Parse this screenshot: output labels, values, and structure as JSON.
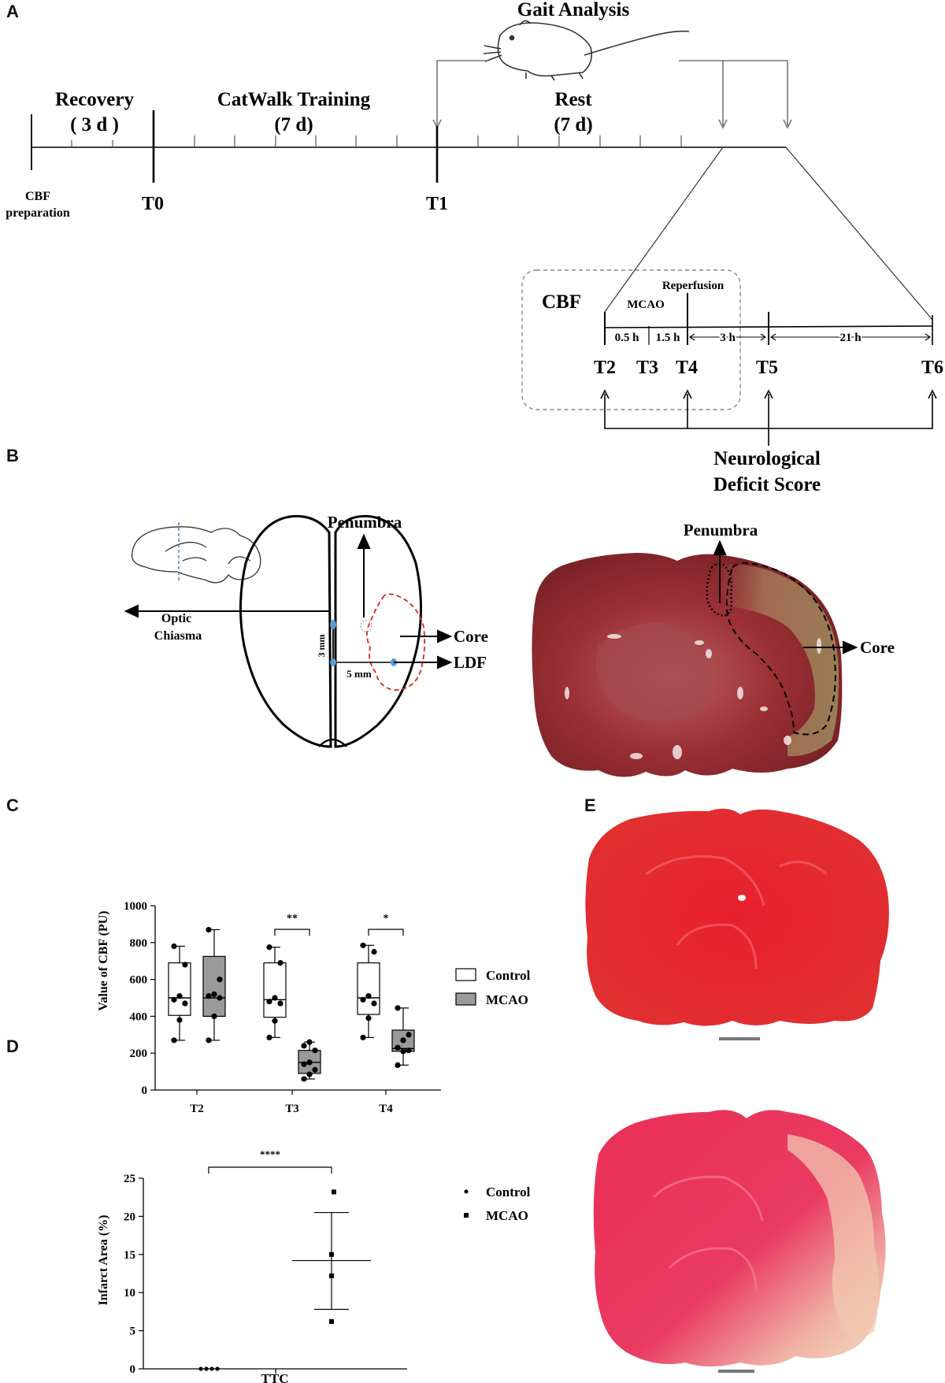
{
  "panels": {
    "a": "A",
    "b": "B",
    "c": "C",
    "d": "D",
    "e": "E"
  },
  "timeline": {
    "gait": "Gait Analysis",
    "recovery": "Recovery",
    "recovery_days": "( 3 d )",
    "training": "CatWalk Training",
    "training_days": "(7 d)",
    "rest": "Rest",
    "rest_days": "(7 d)",
    "cbf_prep_1": "CBF",
    "cbf_prep_2": "preparation",
    "t0": "T0",
    "t1": "T1"
  },
  "detail": {
    "cbf": "CBF",
    "mcao": "MCAO",
    "reperfusion": "Reperfusion",
    "d1": "0.5 h",
    "d2": "1.5 h",
    "d3": "3 h",
    "d4": "21 h",
    "t2": "T2",
    "t3": "T3",
    "t4": "T4",
    "t5": "T5",
    "t6": "T6",
    "nds1": "Neurological",
    "nds2": "Deficit Score"
  },
  "schematic": {
    "penumbra": "Penumbra",
    "optic1": "Optic",
    "optic2": "Chiasma",
    "core": "Core",
    "ldf": "LDF",
    "mm3": "3 mm",
    "mm5": "5 mm",
    "photo_penumbra": "Penumbra",
    "photo_core": "Core"
  },
  "colors": {
    "tissue_dark": "#8a2a2e",
    "tissue_pale": "#b98a6e",
    "ttc_red": "#e8202e",
    "ttc_pink": "#ea3a62",
    "infarct_pale": "#f1e1c0",
    "mcao_box": "#9a9a9a"
  },
  "chart_data": [
    {
      "type": "box",
      "ylabel": "Value of CBF (PU)",
      "ylim": [
        0,
        1000
      ],
      "yticks": [
        "0",
        "200",
        "400",
        "600",
        "800",
        "1000"
      ],
      "categories": [
        "T2",
        "T3",
        "T4"
      ],
      "legend": [
        "Control",
        "MCAO"
      ],
      "series": [
        {
          "name": "Control",
          "boxes": [
            {
              "min": 270,
              "q1": 405,
              "median": 500,
              "q3": 690,
              "max": 780,
              "points": [
                270,
                380,
                470,
                490,
                510,
                680,
                780
              ]
            },
            {
              "min": 285,
              "q1": 395,
              "median": 490,
              "q3": 690,
              "max": 775,
              "points": [
                285,
                375,
                470,
                480,
                500,
                690,
                775
              ]
            },
            {
              "min": 285,
              "q1": 410,
              "median": 500,
              "q3": 690,
              "max": 785,
              "points": [
                285,
                390,
                470,
                490,
                510,
                750,
                785
              ]
            }
          ]
        },
        {
          "name": "MCAO",
          "boxes": [
            {
              "min": 270,
              "q1": 400,
              "median": 500,
              "q3": 725,
              "max": 870,
              "points": [
                270,
                400,
                500,
                510,
                520,
                600,
                870
              ]
            },
            {
              "min": 60,
              "q1": 90,
              "median": 150,
              "q3": 215,
              "max": 260,
              "points": [
                60,
                85,
                110,
                140,
                150,
                215,
                240,
                260
              ]
            },
            {
              "min": 135,
              "q1": 210,
              "median": 225,
              "q3": 325,
              "max": 445,
              "points": [
                135,
                210,
                215,
                230,
                270,
                300,
                445
              ]
            }
          ]
        }
      ],
      "significance": [
        {
          "category": "T3",
          "label": "**"
        },
        {
          "category": "T4",
          "label": "*"
        }
      ]
    },
    {
      "type": "scatter",
      "xlabel": "TTC",
      "ylabel": "Infarct Area (%)",
      "ylim": [
        0,
        25
      ],
      "yticks": [
        "0",
        "5",
        "10",
        "15",
        "20",
        "25"
      ],
      "legend": [
        "Control",
        "MCAO"
      ],
      "series": [
        {
          "name": "Control",
          "values": [
            0,
            0,
            0,
            0
          ],
          "mean": 0
        },
        {
          "name": "MCAO",
          "values": [
            23.2,
            15.0,
            12.2,
            6.2
          ],
          "mean": 14.2,
          "sd_upper": 20.5,
          "sd_lower": 7.8
        }
      ],
      "significance": "****"
    }
  ]
}
